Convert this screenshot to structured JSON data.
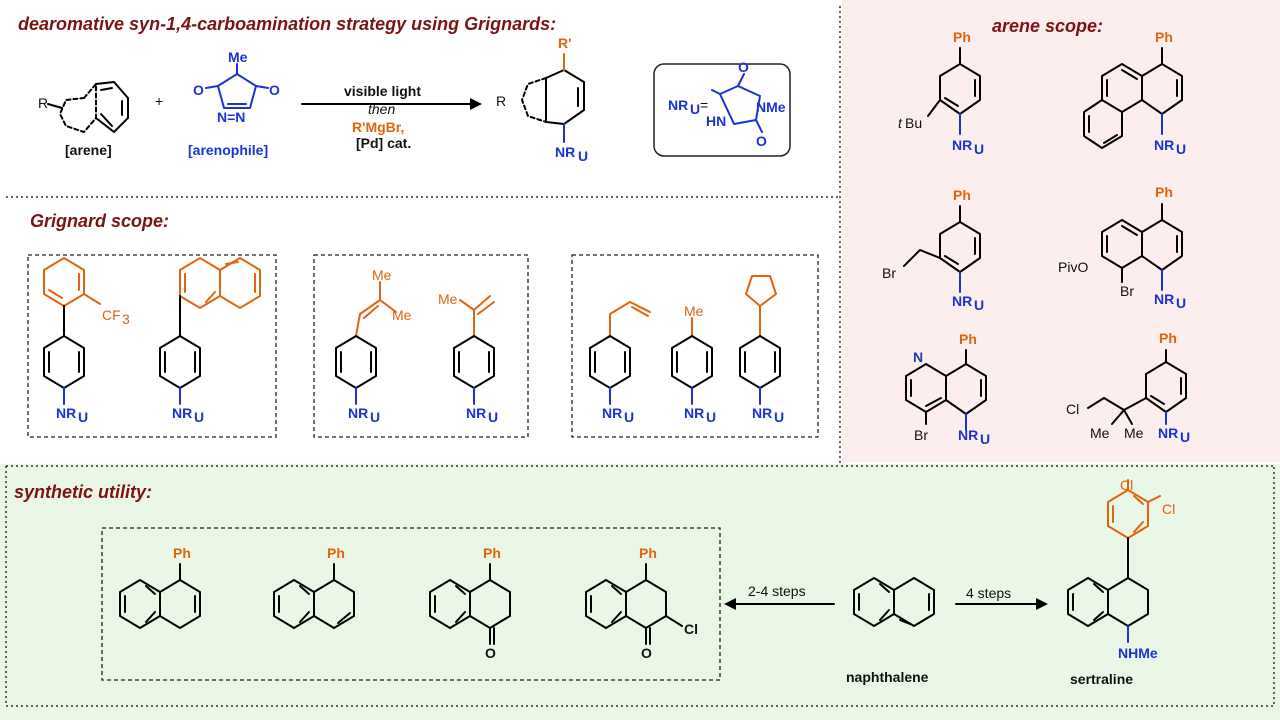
{
  "colors": {
    "heading": "#7b1414",
    "reagent_orange": "#e1640e",
    "arenophile_blue": "#1a33d6",
    "arene_scope_bg": "#fdeeee",
    "utility_bg": "#eaf7e6"
  },
  "headings": {
    "strategy": "dearomative syn-1,4-carboamination strategy using Grignards:",
    "arene_scope": "arene scope:",
    "grignard_scope": "Grignard scope:",
    "synthetic_utility": "synthetic utility:"
  },
  "scheme": {
    "arene_label": "[arene]",
    "arenophile_label": "[arenophile]",
    "plus": "+",
    "R": "R",
    "R_prime": "R'",
    "Me": "Me",
    "O": "O",
    "N": "N",
    "N_eq_N": "N=N",
    "cond_1": "visible light",
    "cond_2": "then",
    "cond_3": "R'MgBr,",
    "cond_4": "[Pd] cat.",
    "nru_def": "NR",
    "nru_sub": "U",
    "eq": "=",
    "HN": "HN",
    "NMe": "NMe"
  },
  "labels": {
    "NR": "NR",
    "U": "U",
    "Ph": "Ph",
    "tBu_t": "t",
    "tBu_Bu": "Bu",
    "Br": "Br",
    "PivO": "PivO",
    "N": "N",
    "Cl": "Cl",
    "Me": "Me",
    "CF3": "CF",
    "CF3_sub": "3",
    "O": "O",
    "NHMe": "NHMe"
  },
  "utility": {
    "steps_left": "2-4 steps",
    "steps_right": "4 steps",
    "naphthalene": "naphthalene",
    "sertraline": "sertraline"
  }
}
